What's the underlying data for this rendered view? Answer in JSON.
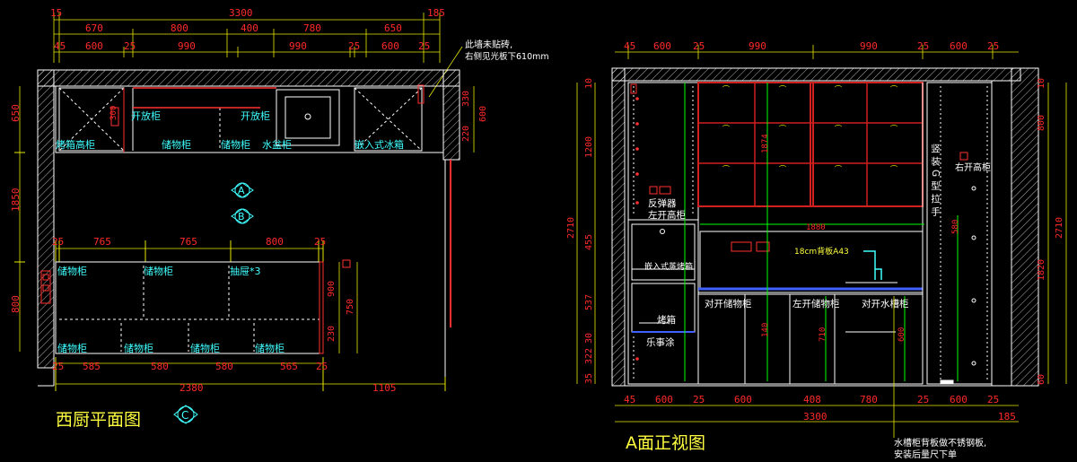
{
  "colors": {
    "dim": "#ff2a2a",
    "dim_line": "#e8e800",
    "wall": "#ffffff",
    "cabinet": "#ffffff",
    "label": "#40ffff",
    "title": "#ffff40",
    "frame": "#d02020",
    "accent_green": "#00ff00",
    "accent_blue": "#4060ff"
  },
  "plan": {
    "title": "西厨平面图",
    "note_line1": "此墙未贴砖,",
    "note_line2": "右侧见光板下610mm",
    "markers": [
      "A",
      "B",
      "C"
    ],
    "top_dims_1": [
      "15",
      "3300",
      "185"
    ],
    "top_dims_2": [
      "670",
      "800",
      "400",
      "780",
      "650"
    ],
    "top_dims_3": [
      "45",
      "600",
      "25",
      "990",
      "990",
      "25",
      "600",
      "25"
    ],
    "mid_dims": [
      "25",
      "765",
      "765",
      "800",
      "25"
    ],
    "bottom_dims": [
      "25",
      "585",
      "580",
      "580",
      "565",
      "25"
    ],
    "bottom_total": [
      "2380",
      "1105"
    ],
    "left_dims": [
      "650",
      "1850",
      "800"
    ],
    "right_dims_top": [
      "330",
      "220",
      "600"
    ],
    "right_dims_island": [
      "900",
      "230",
      "750"
    ],
    "small_dim": "300",
    "labels": {
      "oven_tall": "烤箱高柜",
      "storage_1": "储物柜",
      "storage_2": "储物柜",
      "open_1": "开放柜",
      "open_2": "开放柜",
      "sink": "水盆柜",
      "fridge": "嵌入式冰箱",
      "island_1": "储物柜",
      "island_2": "储物柜",
      "drawer": "抽屉*3",
      "island_b1": "储物柜",
      "island_b2": "储物柜",
      "island_b3": "储物柜",
      "island_b4": "储物柜"
    }
  },
  "elev": {
    "title": "A面正视图",
    "note_line1": "水槽柜背板做不锈钢板,",
    "note_line2": "安装后量尺下单",
    "top_dims": [
      "45",
      "600",
      "25",
      "990",
      "990",
      "25",
      "600",
      "25"
    ],
    "bottom_dims": [
      "45",
      "600",
      "25",
      "600",
      "408",
      "780",
      "25",
      "600",
      "25"
    ],
    "bottom_total": [
      "3300",
      "185"
    ],
    "left_dims": [
      "10",
      "1200",
      "455",
      "537",
      "30",
      "322",
      "35"
    ],
    "left_total": "2710",
    "right_dims": [
      "10",
      "800",
      "1820",
      "60"
    ],
    "right_total": "2710",
    "inner_dims": [
      "1874",
      "1880",
      "580",
      "140",
      "710",
      "600"
    ],
    "labels": {
      "hood": "反弹器",
      "left_open_top": "左开高柜",
      "vertical_handle": "竖装G型拉手",
      "right_open_tall": "右开高柜",
      "embedded_oven": "嵌入式蒸烤箱",
      "oven": "烤箱",
      "gas": "乐事涂",
      "backsplash": "18cm背板A43",
      "left_storage": "对开储物柜",
      "center_storage": "左开储物柜",
      "sink_cab": "对开水槽柜"
    }
  }
}
